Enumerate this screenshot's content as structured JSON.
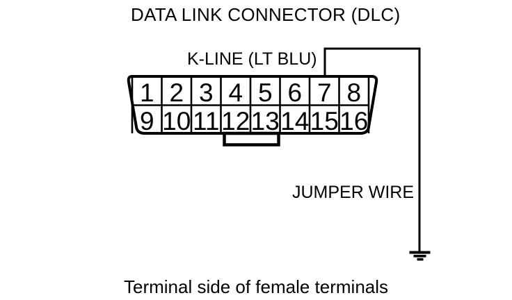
{
  "page": {
    "title": "DATA LINK CONNECTOR (DLC)",
    "caption": "Terminal side of female terminals"
  },
  "connector": {
    "pin_label": "K-LINE (LT BLU)",
    "rows": 2,
    "columns": 8,
    "terminals": [
      "1",
      "2",
      "3",
      "4",
      "5",
      "6",
      "7",
      "8",
      "9",
      "10",
      "11",
      "12",
      "13",
      "14",
      "15",
      "16"
    ],
    "k_line_terminal": "7"
  },
  "jumper_wire": {
    "label": "JUMPER WIRE",
    "ground_icon": "earth-ground-symbol"
  },
  "colors": {
    "line": "#000000",
    "background": "#ffffff",
    "text": "#000000"
  }
}
